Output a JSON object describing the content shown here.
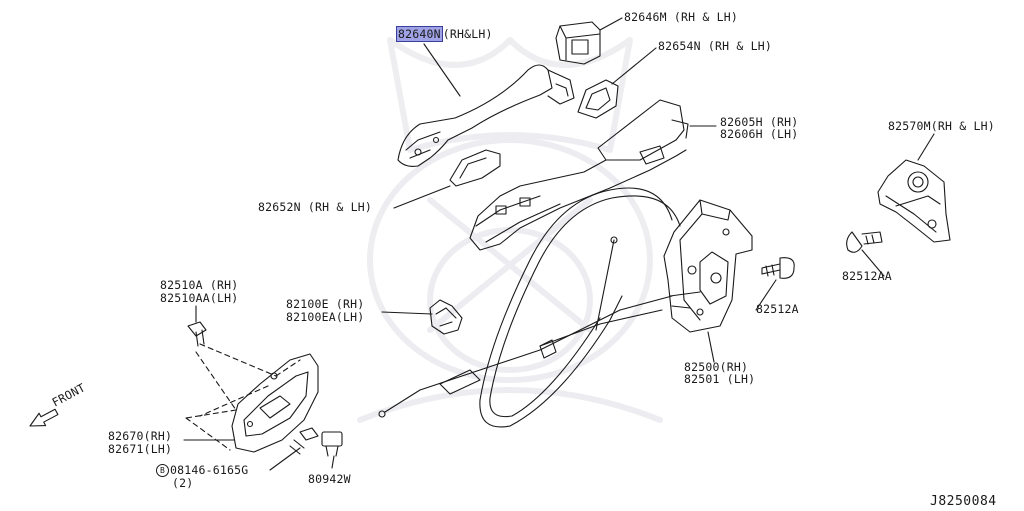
{
  "callouts": {
    "handle_main": {
      "part": "82640N",
      "side": "(RH&LH)"
    },
    "n82646m": "82646M (RH & LH)",
    "n82654n": "82654N (RH & LH)",
    "n82605h": "82605H (RH)",
    "n82606h": "82606H (LH)",
    "n82570m": "82570M(RH & LH)",
    "n82652n": "82652N (RH & LH)",
    "n82512aa": "82512AA",
    "n82510a": "82510A  (RH)",
    "n82510aa": "82510AA(LH)",
    "n82100e": "82100E  (RH)",
    "n82100ea": "82100EA(LH)",
    "n82512a": "82512A",
    "n82500": "82500(RH)",
    "n82501": "82501 (LH)",
    "n82670": "82670(RH)",
    "n82671": "82671(LH)",
    "n08146": "08146-6165G",
    "n08146_qty": "(2)",
    "n08146_badge": "B",
    "n80942w": "80942W"
  },
  "front_label": "FRONT",
  "ref_code": "J8250084",
  "colors": {
    "line": "#1a1a1a",
    "highlight": "#9fa3e6",
    "watermark": "#ececf0"
  }
}
